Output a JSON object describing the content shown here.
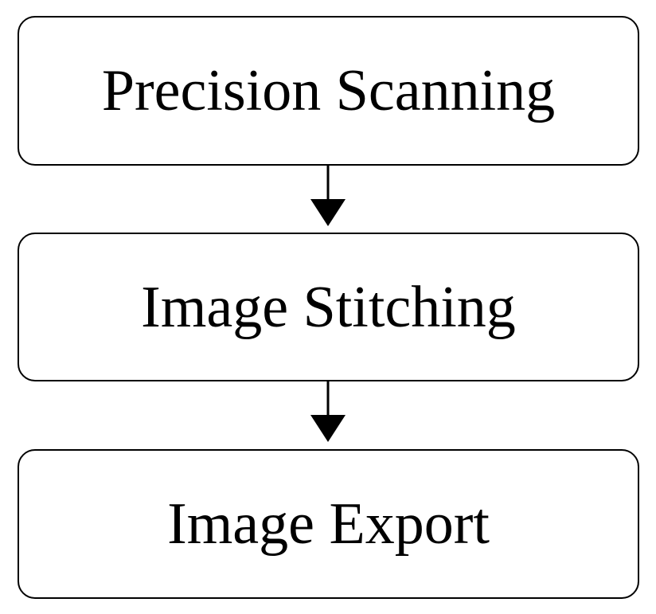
{
  "diagram": {
    "steps": [
      {
        "label": "Precision Scanning"
      },
      {
        "label": "Image Stitching"
      },
      {
        "label": "Image Export"
      }
    ],
    "connectors": [
      {
        "from": "Precision Scanning",
        "to": "Image Stitching",
        "style": "down-arrow"
      },
      {
        "from": "Image Stitching",
        "to": "Image Export",
        "style": "down-arrow"
      }
    ],
    "colors": {
      "box_border": "#000000",
      "box_fill": "#ffffff",
      "arrow": "#000000",
      "text": "#000000"
    }
  }
}
